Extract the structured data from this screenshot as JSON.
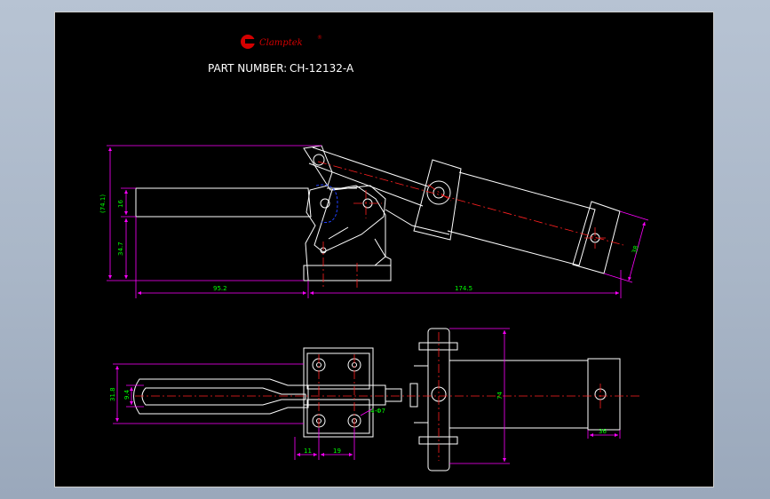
{
  "logo": {
    "brand": "Clamptek",
    "mark": "®"
  },
  "title_block": {
    "part_number_label": "PART NUMBER:",
    "part_number": "CH-12132-A"
  },
  "dimensions": {
    "side_view": {
      "overall_height": "(74.1)",
      "arm_thickness": "16",
      "lower_height": "34.7",
      "handle_length": "95.2",
      "cylinder_length": "174.5",
      "cylinder_diameter": "38"
    },
    "top_view": {
      "handle_width_outer": "31.8",
      "handle_width_inner": "9.4",
      "hole_diameter": "4-Φ7",
      "hole_offset": "11",
      "hole_spacing": "19",
      "overall_width": "74",
      "rod_width": "36"
    }
  },
  "colors": {
    "background": "#000000",
    "outline": "#ffffff",
    "dimension": "#ff00ff",
    "centerline": "#ff2020",
    "text_dim": "#00ff00",
    "hidden": "#2040ff",
    "logo": "#d40000"
  }
}
